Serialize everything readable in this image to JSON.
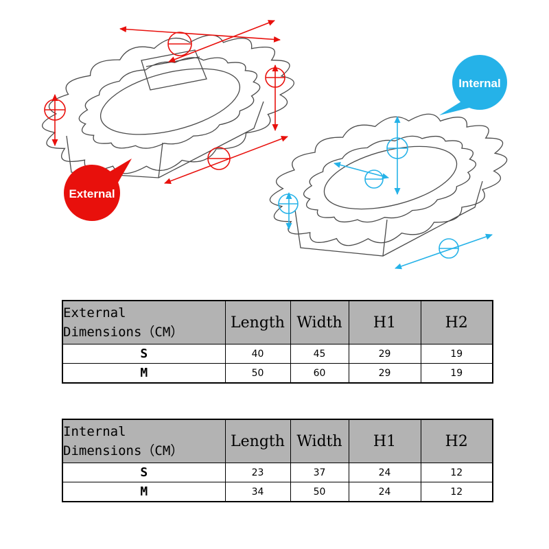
{
  "colors": {
    "external": "#e8100c",
    "internal": "#25b2e8",
    "line_art": "#4a4a4a",
    "table_header_bg": "#b3b3b3",
    "table_border": "#000000"
  },
  "diagram": {
    "external_label": "External",
    "internal_label": "Internal"
  },
  "tables": [
    {
      "name": "external",
      "title_line1": "External",
      "title_line2": "Dimensions（CM）",
      "headers": [
        "Length",
        "Width",
        "H1",
        "H2"
      ],
      "rows": [
        {
          "label": "S",
          "values": [
            "40",
            "45",
            "29",
            "19"
          ]
        },
        {
          "label": "M",
          "values": [
            "50",
            "60",
            "29",
            "19"
          ]
        }
      ]
    },
    {
      "name": "internal",
      "title_line1": "Internal",
      "title_line2": "Dimensions（CM）",
      "headers": [
        "Length",
        "Width",
        "H1",
        "H2"
      ],
      "rows": [
        {
          "label": "S",
          "values": [
            "23",
            "37",
            "24",
            "12"
          ]
        },
        {
          "label": "M",
          "values": [
            "34",
            "50",
            "24",
            "12"
          ]
        }
      ]
    }
  ]
}
